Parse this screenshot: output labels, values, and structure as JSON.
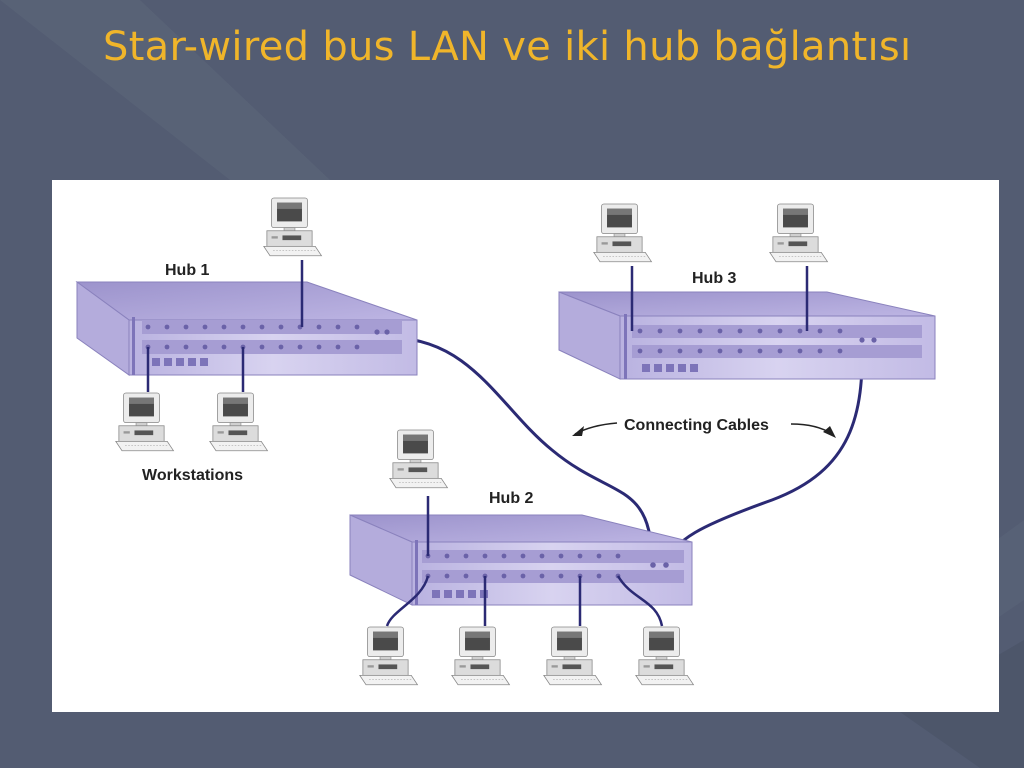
{
  "title": "Star-wired bus LAN ve iki hub bağlantısı",
  "diagram": {
    "hub1_label": "Hub 1",
    "hub2_label": "Hub 2",
    "hub3_label": "Hub 3",
    "cables_label": "Connecting Cables",
    "workstations_label": "Workstations"
  },
  "colors": {
    "background": "#535c72",
    "title": "#f0b52a",
    "hub_face": "#c9c4e6",
    "hub_top": "#a49ccf",
    "cable": "#2b2a74"
  }
}
